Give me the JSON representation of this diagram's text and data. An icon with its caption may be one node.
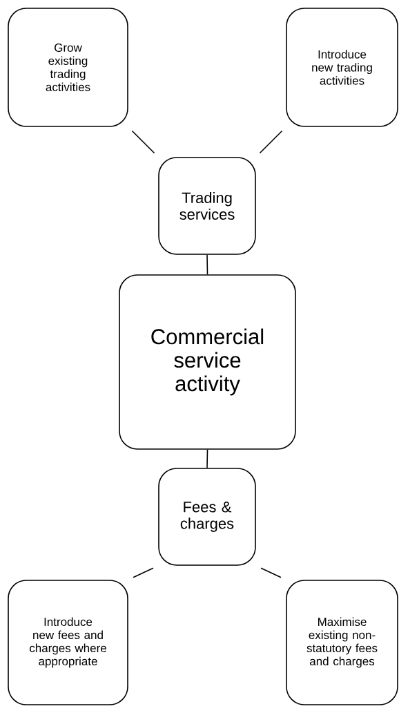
{
  "diagram": {
    "nodes": [
      {
        "text": [
          "Grow existing trading activities"
        ]
      },
      {
        "text": [
          "Introduce new trading activities"
        ]
      },
      {
        "text": [
          "Trading services"
        ]
      },
      {
        "text": [
          "Commercial service activity"
        ]
      },
      {
        "text": [
          "Fees & charges"
        ]
      },
      {
        "text": [
          "Introduce new fees and charges where appropriate"
        ]
      },
      {
        "text": [
          "Maximise existing non-statutory fees and charges"
        ]
      }
    ],
    "edges": [
      {
        "from": 2,
        "to": 0,
        "arrow": "none"
      },
      {
        "from": 2,
        "to": 1,
        "arrow": "none"
      },
      {
        "from": 2,
        "to": 3,
        "arrow": "none"
      },
      {
        "from": 3,
        "to": 4,
        "arrow": "none"
      },
      {
        "from": 4,
        "to": 5,
        "arrow": "none"
      },
      {
        "from": 4,
        "to": 6,
        "arrow": "none"
      }
    ]
  }
}
